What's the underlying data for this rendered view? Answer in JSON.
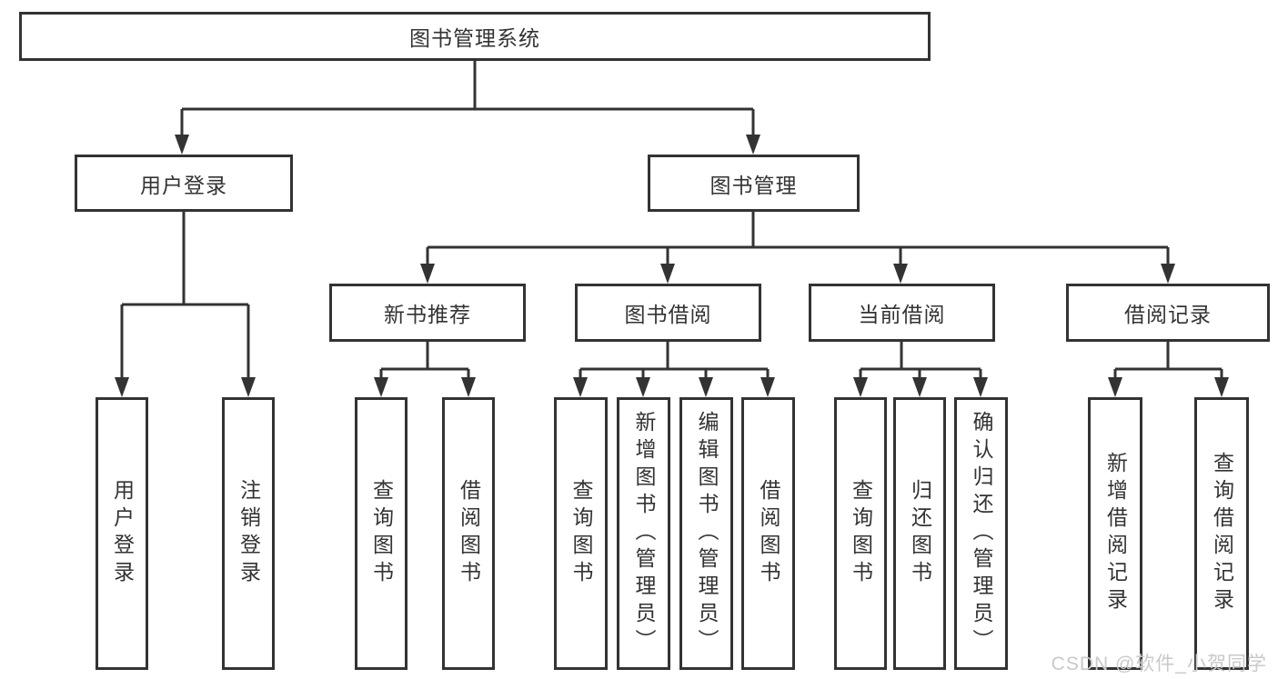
{
  "diagram": {
    "root": "图书管理系统",
    "user_login": {
      "label": "用户登录",
      "children": [
        "用户登录",
        "注销登录"
      ]
    },
    "book_management": {
      "label": "图书管理",
      "sections": [
        {
          "label": "新书推荐",
          "children": [
            "查询图书",
            "借阅图书"
          ]
        },
        {
          "label": "图书借阅",
          "children": [
            "查询图书",
            "新增图书（管理员）",
            "编辑图书（管理员）",
            "借阅图书"
          ]
        },
        {
          "label": "当前借阅",
          "children": [
            "查询图书",
            "归还图书",
            "确认归还（管理员）"
          ]
        },
        {
          "label": "借阅记录",
          "children": [
            "新增借阅记录",
            "查询借阅记录"
          ]
        }
      ]
    },
    "line_color": "#333333"
  },
  "watermark": {
    "text": "CSDN @软件_小贺同学",
    "color": "#c9c9c9"
  }
}
